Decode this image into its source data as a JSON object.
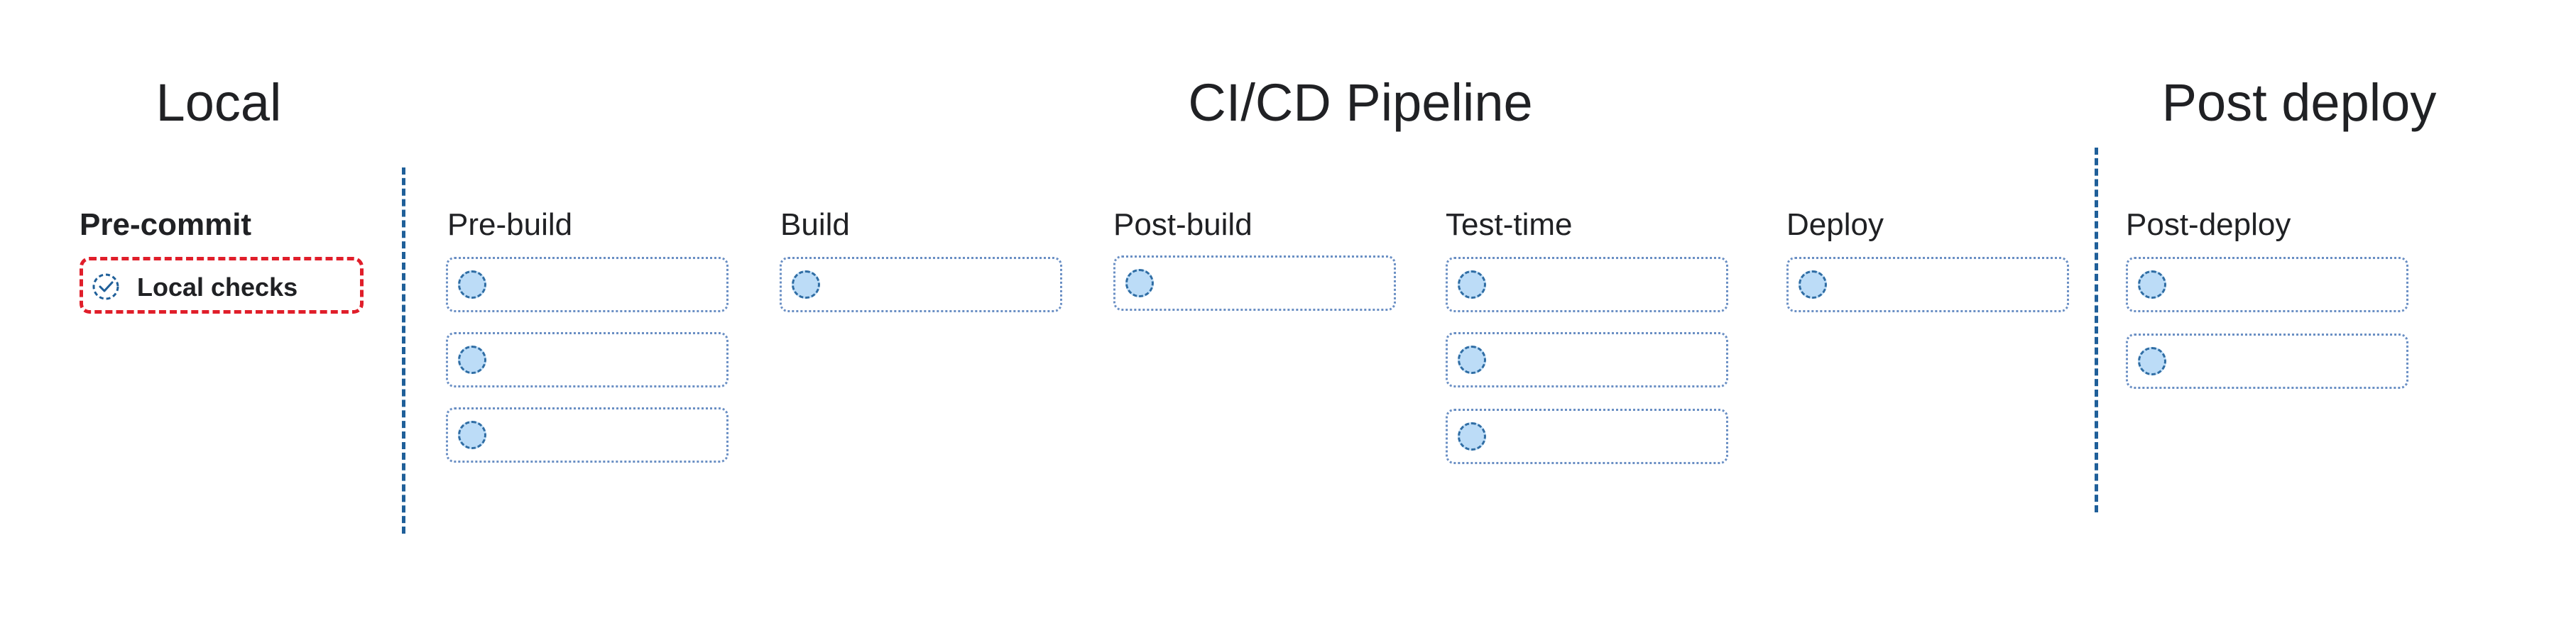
{
  "sections": {
    "local": "Local",
    "pipeline": "CI/CD Pipeline",
    "post_deploy": "Post deploy"
  },
  "local_stage": {
    "label": "Pre-commit",
    "card_label": "Local checks",
    "card_icon": "check-circle-icon"
  },
  "stages": [
    {
      "label": "Pre-build",
      "card_count": 3
    },
    {
      "label": "Build",
      "card_count": 1
    },
    {
      "label": "Post-build",
      "card_count": 1
    },
    {
      "label": "Test-time",
      "card_count": 3
    },
    {
      "label": "Deploy",
      "card_count": 1
    },
    {
      "label": "Post-deploy",
      "card_count": 2
    }
  ],
  "colors": {
    "divider": "#1f5f99",
    "card_border": "#6a8fc4",
    "placeholder_dot_fill": "#bcdcf7",
    "placeholder_dot_border": "#2f6da4",
    "local_card_border": "#e01e2a"
  }
}
